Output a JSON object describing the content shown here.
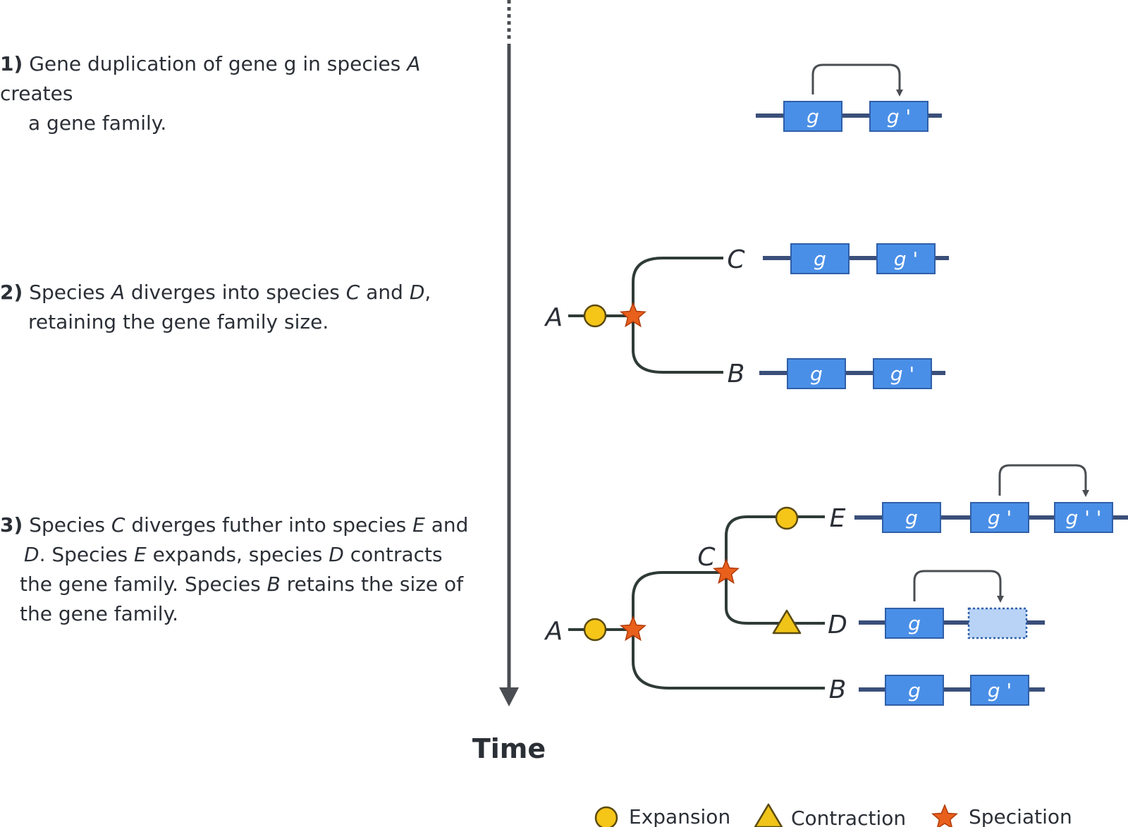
{
  "steps": [
    {
      "number": "1)",
      "line1_pre": "Gene duplication of gene g in species ",
      "line1_sp": "A",
      "line1_post": " creates",
      "line2": "a gene family."
    },
    {
      "number": "2)",
      "line1_pre": "Species ",
      "sp_a": "A",
      "line1_mid": " diverges into species ",
      "sp_c": "C",
      "and": " and ",
      "sp_d": "D",
      "comma": ",",
      "line2": "retaining the gene family size."
    },
    {
      "number": "3)",
      "l1_pre": "Species ",
      "l1_sp_c": "C",
      "l1_mid": " diverges futher into species ",
      "l1_sp_e": "E",
      "l1_post": " and",
      "l2_sp_d": "D",
      "l2_mid": ". Species ",
      "l2_sp_e": "E",
      "l2_mid2": " expands, species ",
      "l2_sp_d2": "D",
      "l2_post": " contracts",
      "l3_pre": "the gene family. Species ",
      "l3_sp_b": "B",
      "l3_post": " retains the size of",
      "l4": "the gene family."
    }
  ],
  "species": {
    "a": "A",
    "b": "B",
    "c": "C",
    "d": "D",
    "e": "E"
  },
  "genes": {
    "g": "g",
    "g_prime": "g '",
    "g_double_prime": "g ' '"
  },
  "time_label": "Time",
  "legend": {
    "expansion": "Expansion",
    "contraction": "Contraction",
    "speciation": "Speciation"
  },
  "colors": {
    "gene_box": "#4a8fe7",
    "gene_box_border": "#2f5fa8",
    "gene_box_lost": "#b9d3f7",
    "chromosome": "#3a4f7a",
    "tree_line": "#2f3b36",
    "axis": "#4a4d52",
    "expansion": "#f5c518",
    "contraction": "#f0c419",
    "speciation": "#e8601c",
    "text": "#2b2f36"
  }
}
